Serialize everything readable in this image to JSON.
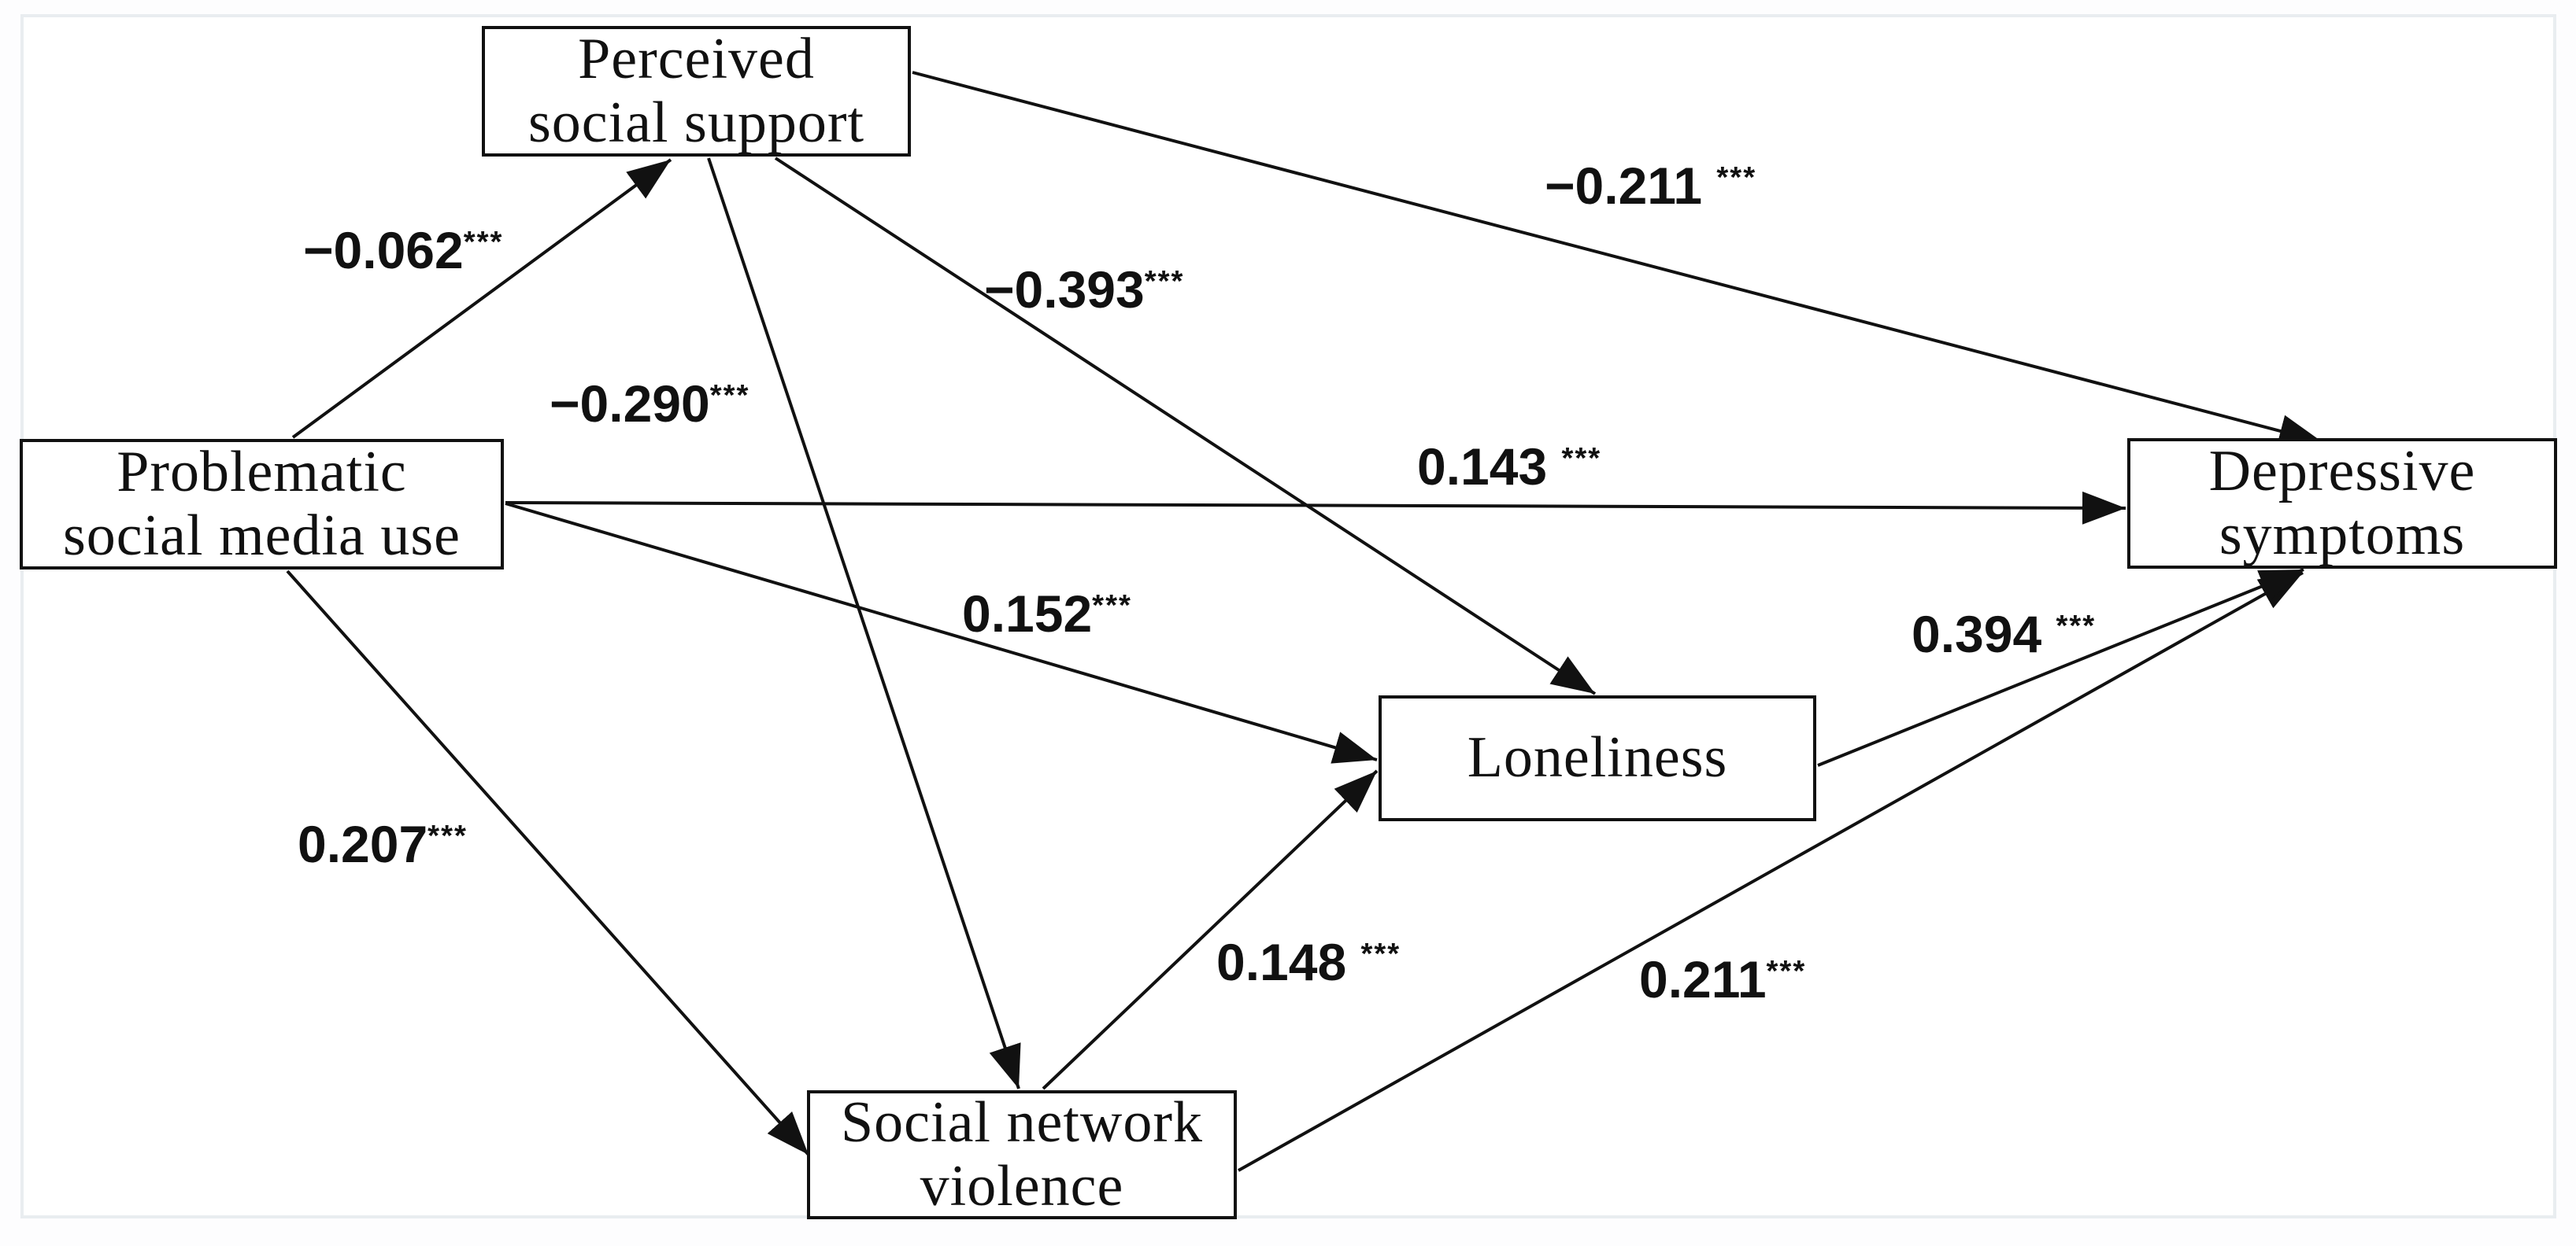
{
  "figure": {
    "kind": "structural-equation-path-model",
    "background_color": "#ffffff",
    "frame_border_color": "#e9edf0",
    "line_color": "#111111"
  },
  "nodes": {
    "psmu": {
      "line1": "Problematic",
      "line2": "social media use"
    },
    "pss": {
      "line1": "Perceived",
      "line2": "social support"
    },
    "snv": {
      "line1": "Social network",
      "line2": "violence"
    },
    "lone": {
      "line1": "Loneliness",
      "line2": ""
    },
    "dep": {
      "line1": "Depressive",
      "line2": "symptoms"
    }
  },
  "edges": {
    "psmu_to_pss": {
      "from": "Problematic social media use",
      "to": "Perceived social support",
      "coef": "−0.062",
      "sig": "***"
    },
    "pss_to_dep": {
      "from": "Perceived social support",
      "to": "Depressive symptoms",
      "coef": "−0.211 ",
      "sig": "***"
    },
    "pss_to_lone": {
      "from": "Perceived social support",
      "to": "Loneliness",
      "coef": "−0.393",
      "sig": "***"
    },
    "pss_to_snv": {
      "from": "Perceived social support",
      "to": "Social network violence",
      "coef": "−0.290",
      "sig": "***"
    },
    "psmu_to_dep": {
      "from": "Problematic social media use",
      "to": "Depressive symptoms",
      "coef": "0.143 ",
      "sig": "***"
    },
    "psmu_to_lone": {
      "from": "Problematic social media use",
      "to": "Loneliness",
      "coef": "0.152",
      "sig": "***"
    },
    "psmu_to_snv": {
      "from": "Problematic social media use",
      "to": "Social network violence",
      "coef": "0.207",
      "sig": "***"
    },
    "snv_to_lone": {
      "from": "Social network violence",
      "to": "Loneliness",
      "coef": "0.148 ",
      "sig": "***"
    },
    "snv_to_dep": {
      "from": "Social network violence",
      "to": "Depressive symptoms",
      "coef": "0.211",
      "sig": "***"
    },
    "lone_to_dep": {
      "from": "Loneliness",
      "to": "Depressive symptoms",
      "coef": "0.394 ",
      "sig": "***"
    }
  }
}
